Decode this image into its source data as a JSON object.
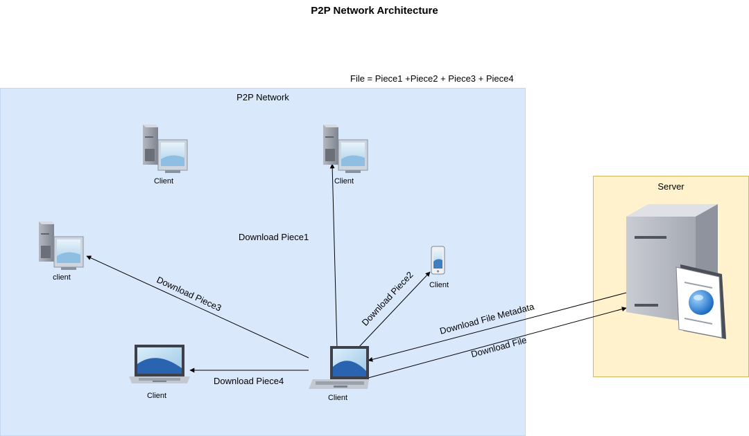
{
  "title": "P2P Network Architecture",
  "formula": "File = Piece1 +Piece2 + Piece3 + Piece4",
  "zones": {
    "p2p": "P2P Network",
    "server": "Server"
  },
  "nodes": {
    "desktop_top_left": "Client",
    "desktop_top_center": "Client",
    "desktop_left": "client",
    "phone": "Client",
    "laptop_left": "Client",
    "laptop_center": "Client"
  },
  "edges": {
    "piece1": "Download Piece1",
    "piece2": "Download Piece2",
    "piece3": "Download Piece3",
    "piece4": "Download Piece4",
    "metadata": "Download File Metadata",
    "file": "Download File"
  }
}
